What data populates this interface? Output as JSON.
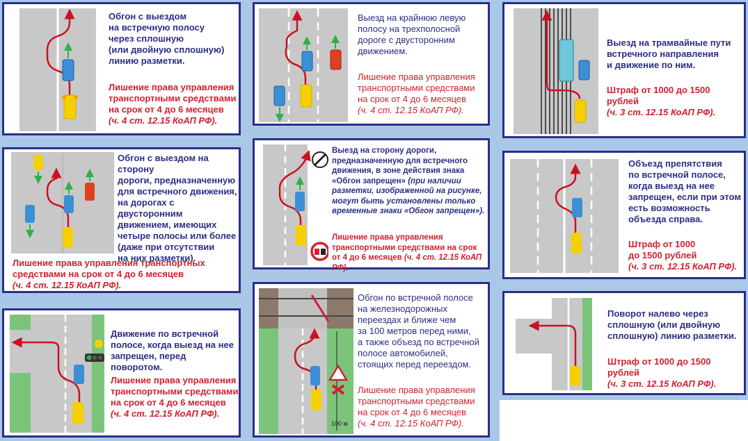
{
  "colors": {
    "frame": "#2b2e86",
    "red_text": "#d2202f",
    "road": "#c8c8c8",
    "marking": "#ffffff",
    "car_yellow": "#f5d000",
    "car_blue": "#3b8fd6",
    "car_red": "#e04020",
    "arrow_red": "#cc1020",
    "arrow_green": "#2fb04a",
    "grass": "#7cc47a"
  },
  "p1": {
    "desc": [
      "Обгон с выездом",
      "на встречную полосу",
      "через сплошную",
      "(или двойную сплошную)",
      "линию разметки."
    ],
    "penalty": [
      "Лишение права управления",
      "транспортными средствами",
      "на срок от 4 до 6 месяцев"
    ],
    "law": "(ч. 4 ст. 12.15 КоАП РФ)."
  },
  "p2": {
    "desc": [
      "Выезд на крайнюю левую",
      "полосу на трехполосной",
      "дороге с двусторонним",
      "движением."
    ],
    "penalty": [
      "Лишение права управления",
      "транспортными средствами",
      "на срок от 4 до 6 месяцев"
    ],
    "law": "(ч. 4 ст. 12.15 КоАП РФ)."
  },
  "p3": {
    "desc": [
      "Выезд на трамвайные пути",
      "встречного направления",
      "и движение по ним."
    ],
    "penalty": "Штраф от 1000 до 1500 рублей",
    "law": "(ч. 3 ст. 12.15 КоАП РФ)."
  },
  "p4": {
    "desc": [
      "Обгон с выездом на сторону",
      "дороги, предназначенную",
      "для встречного движения,",
      "на дорогах с двусторонним",
      "движением, имеющих",
      "четыре полосы или более",
      "(даже при отсутствии",
      "на них разметки)."
    ],
    "penalty": [
      "Лишение права управления транспортных",
      "средствами на срок от 4 до 6 месяцев"
    ],
    "law": "(ч. 4 ст. 12.15 КоАП РФ)."
  },
  "p5": {
    "desc": [
      "Выезд на сторону дороги,",
      "предназначенную для встречного",
      "движения, в зоне действия знака",
      "«Обгон запрещен»"
    ],
    "note": " (при наличии",
    "note_lines": [
      "разметки, изображенной на рисунке,",
      "могут быть установлены только",
      "временные знаки «Обгон запрещен»)."
    ],
    "penalty": [
      "Лишение права управления",
      "транспортными средствами на срок",
      "от 4 до 6 месяцев"
    ],
    "law": " (ч. 4 ст. 12.15 КоАП РФ)."
  },
  "p6": {
    "desc": [
      "Объезд препятствия",
      "по встречной полосе,",
      "когда выезд на нее",
      "запрещен, если при этом",
      "есть возможность",
      "объезда справа."
    ],
    "penalty": [
      "Штраф от 1000",
      "до 1500 рублей"
    ],
    "law": "(ч. 3 ст. 12.15 КоАП РФ)."
  },
  "p7": {
    "desc": [
      "Движение по встречной",
      "полосе, когда выезд на нее",
      "запрещен, перед поворотом."
    ],
    "penalty": [
      "Лишение права управления",
      "транспортными средствами",
      "на срок от 4 до 6 месяцев"
    ],
    "law": "(ч. 4 ст. 12.15 КоАП РФ)."
  },
  "p8": {
    "desc": [
      "Обгон по встречной полосе",
      "на железнодорожных",
      "переездах и ближе чем",
      "за 100 метров перед ними,",
      "а также объезд по встречной",
      "полосе автомобилей,",
      "стоящих перед переездом."
    ],
    "penalty": [
      "Лишение права управления",
      "транспортными средствами",
      "на срок от 4 до 6 месяцев"
    ],
    "law": "(ч. 4 ст. 12.15 КоАП РФ).",
    "distance": "100 м"
  },
  "p9": {
    "desc": [
      "Поворот налево через",
      "сплошную (или двойную",
      "сплошную) линию разметки."
    ],
    "penalty": "Штраф от 1000 до 1500 рублей",
    "law": "(ч. 3 ст. 12.15 КоАП РФ)."
  }
}
